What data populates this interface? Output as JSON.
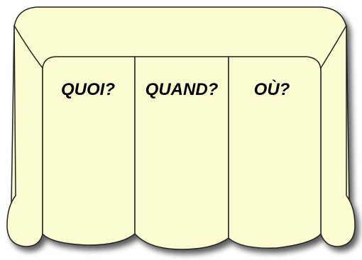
{
  "colors": {
    "fill": "#FDFBD0",
    "outline": "#222222",
    "shadow": "#8A8A8A",
    "text": "#000000"
  },
  "cushions": [
    {
      "label": "QUOI?"
    },
    {
      "label": "QUAND?"
    },
    {
      "label": "OÙ?"
    }
  ]
}
